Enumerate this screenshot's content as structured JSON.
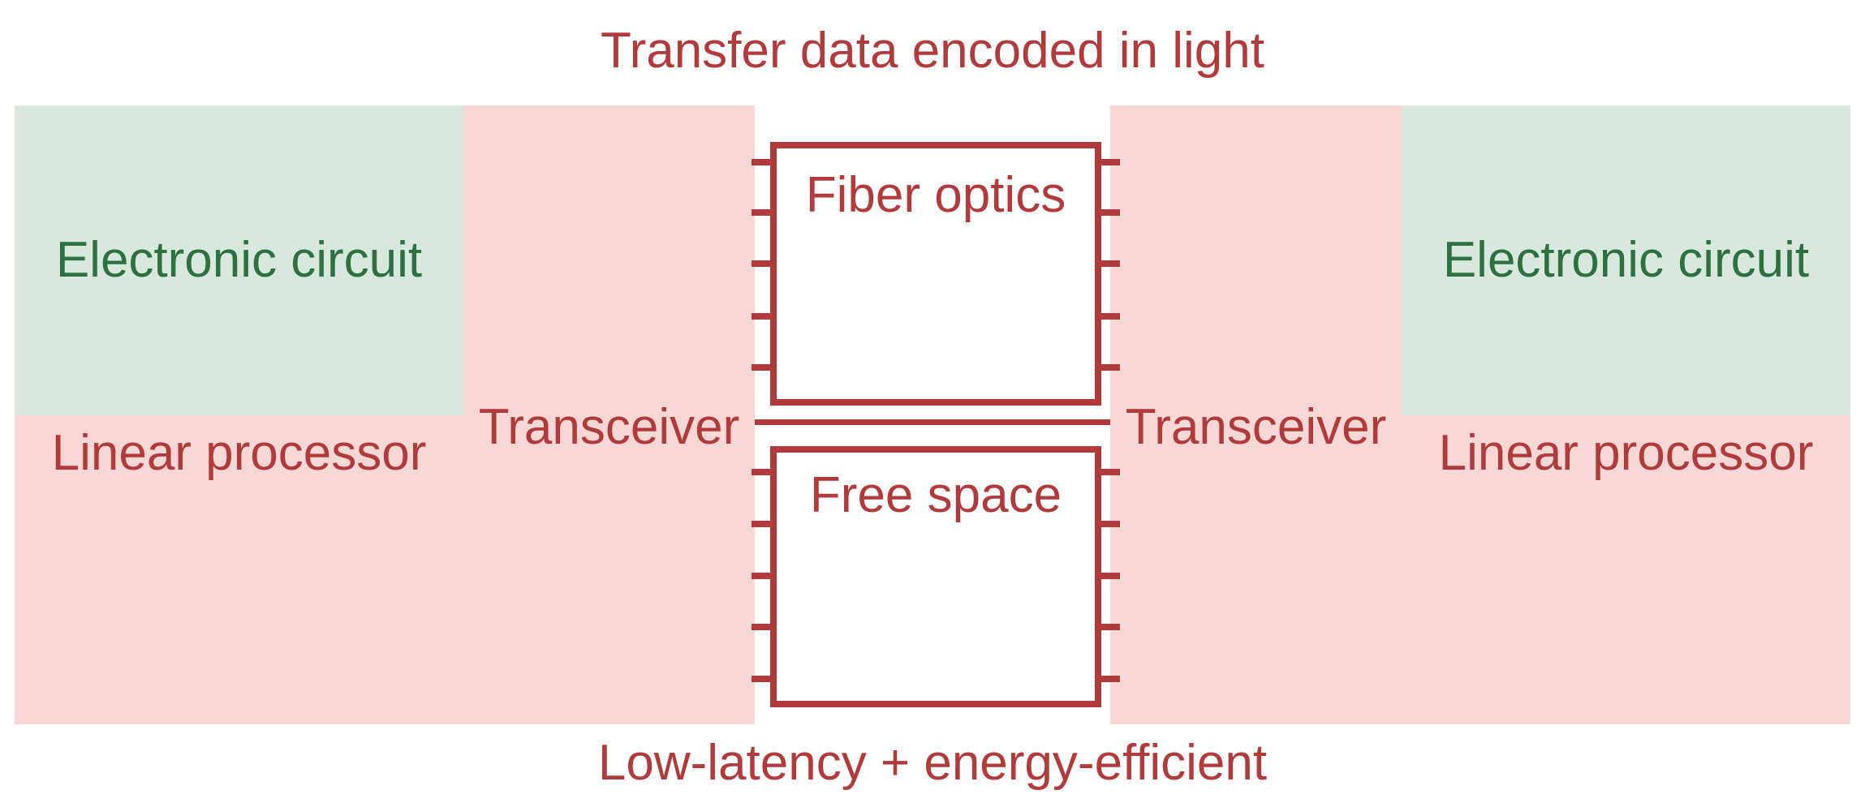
{
  "diagram": {
    "title": "Transfer data encoded in light",
    "tagline": "Low-latency + energy-efficient",
    "left_side": {
      "electronic_circuit": "Electronic circuit",
      "linear_processor": "Linear processor",
      "transceiver": "Transceiver"
    },
    "right_side": {
      "electronic_circuit": "Electronic circuit",
      "linear_processor": "Linear processor",
      "transceiver": "Transceiver"
    },
    "optical_channels": {
      "fiber": "Fiber optics",
      "free_space": "Free space"
    },
    "colors": {
      "accent_red": "#b13a3d",
      "pink_background": "#f8d8d6",
      "green_background": "#d9e8dc",
      "green_text": "#2e7040"
    }
  }
}
